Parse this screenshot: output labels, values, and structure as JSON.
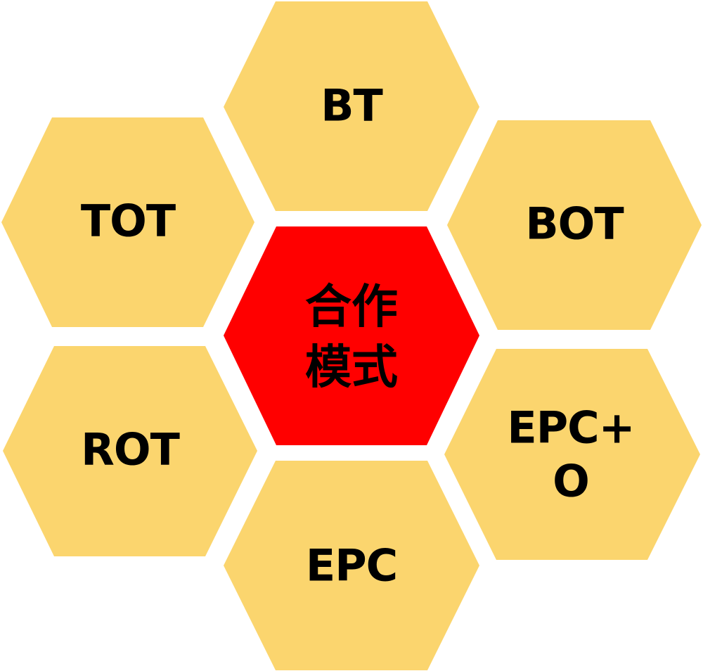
{
  "colors": {
    "outer_fill": "#FBD56E",
    "center_fill": "#FF0000",
    "text": "#000000"
  },
  "diagram": {
    "center": {
      "lines": [
        "合作",
        "模式"
      ]
    },
    "cells": [
      {
        "id": "bt",
        "lines": [
          "BT"
        ]
      },
      {
        "id": "tot",
        "lines": [
          "TOT"
        ]
      },
      {
        "id": "bot",
        "lines": [
          "BOT"
        ]
      },
      {
        "id": "rot",
        "lines": [
          "ROT"
        ]
      },
      {
        "id": "epc-o",
        "lines": [
          "EPC+",
          "O"
        ]
      },
      {
        "id": "epc",
        "lines": [
          "EPC"
        ]
      }
    ]
  }
}
